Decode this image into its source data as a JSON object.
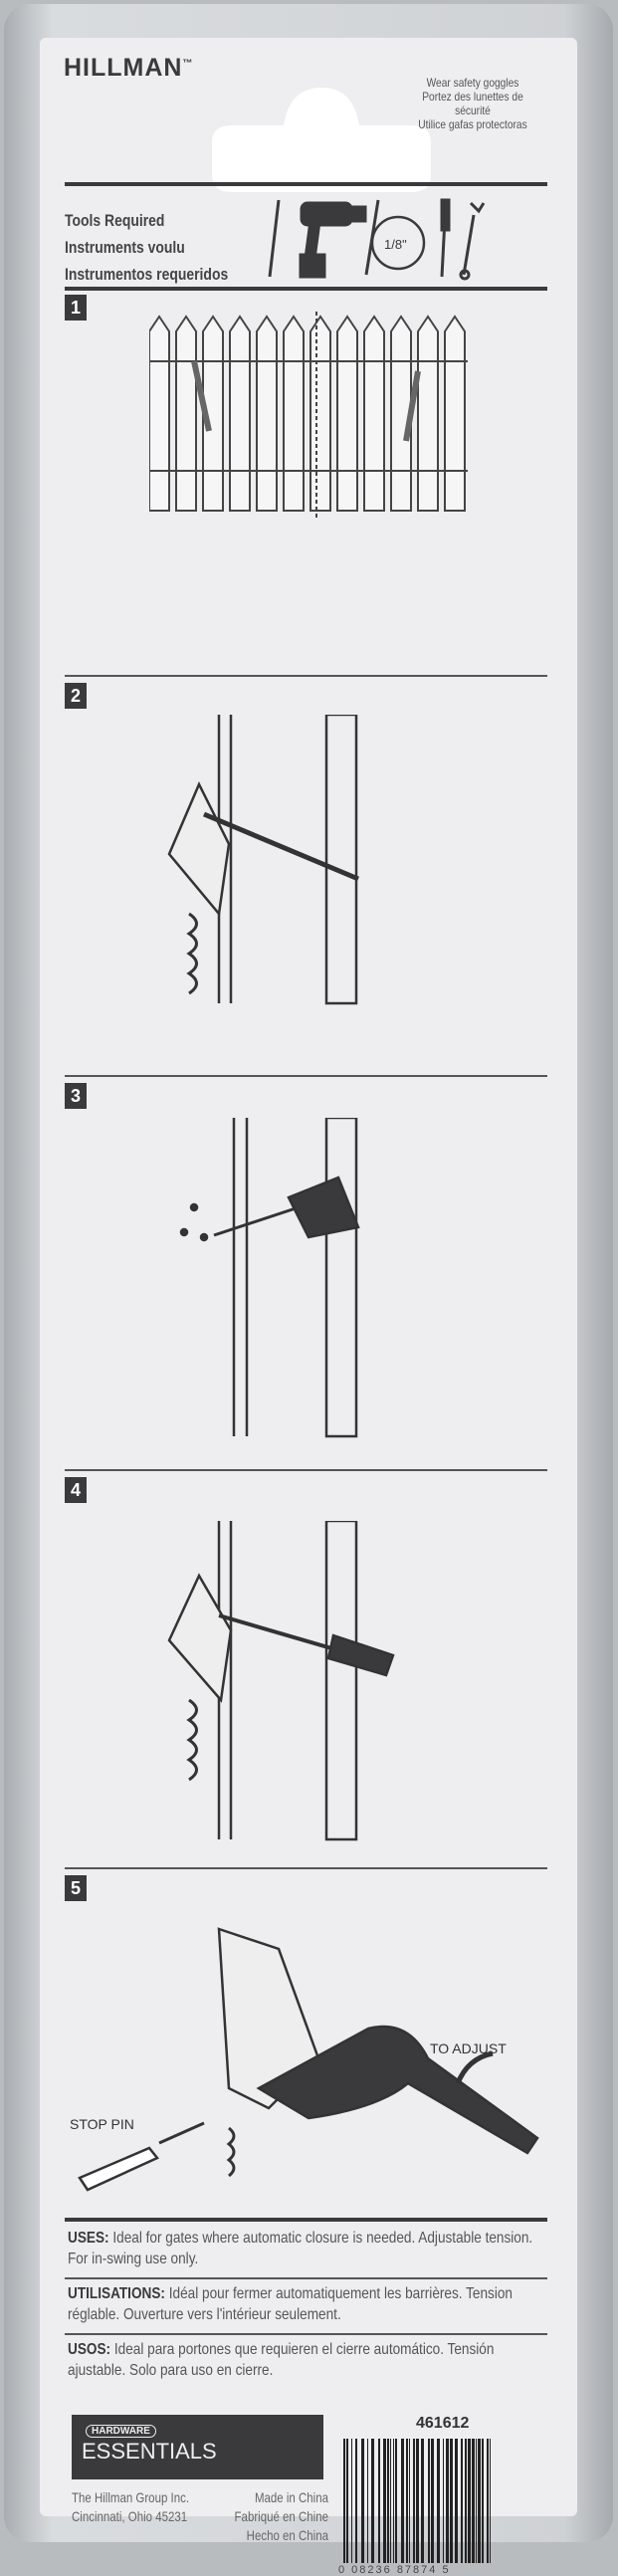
{
  "brand": "HILLMAN",
  "brand_tm": "™",
  "safety": [
    "Wear safety goggles",
    "Portez des lunettes de sécurité",
    "Utilice gafas protectoras"
  ],
  "tools": {
    "labels": [
      "Tools Required",
      "Instruments voulu",
      "Instrumentos requeridos"
    ],
    "icons": [
      "pencil-icon",
      "drill-icon",
      "drill-bit-icon",
      "screwdriver-icon",
      "wrench-icon"
    ],
    "bit_size": "1/8\""
  },
  "steps": [
    "1",
    "2",
    "3",
    "4",
    "5"
  ],
  "step5": {
    "stop_pin": "STOP PIN",
    "to_adjust": "TO ADJUST"
  },
  "uses": [
    {
      "label": "USES:",
      "text": "Ideal for gates where automatic closure is needed. Adjustable tension. For in-swing use only."
    },
    {
      "label": "UTILISATIONS:",
      "text": "Idéal pour fermer automatiquement les barrières. Tension réglable. Ouverture vers l'intérieur seulement."
    },
    {
      "label": "USOS:",
      "text": "Ideal para portones que requieren el cierre automático. Tensión ajustable. Solo para uso en cierre."
    }
  ],
  "logo": {
    "line1": "HARDWARE",
    "line2": "ESSENTIALS"
  },
  "company": [
    "The Hillman Group Inc.",
    "Cincinnati, Ohio 45231"
  ],
  "origin": [
    "Made in China",
    "Fabriqué en Chine",
    "Hecho en China"
  ],
  "sku": "461612",
  "barcode": "0 08236 87874 5"
}
